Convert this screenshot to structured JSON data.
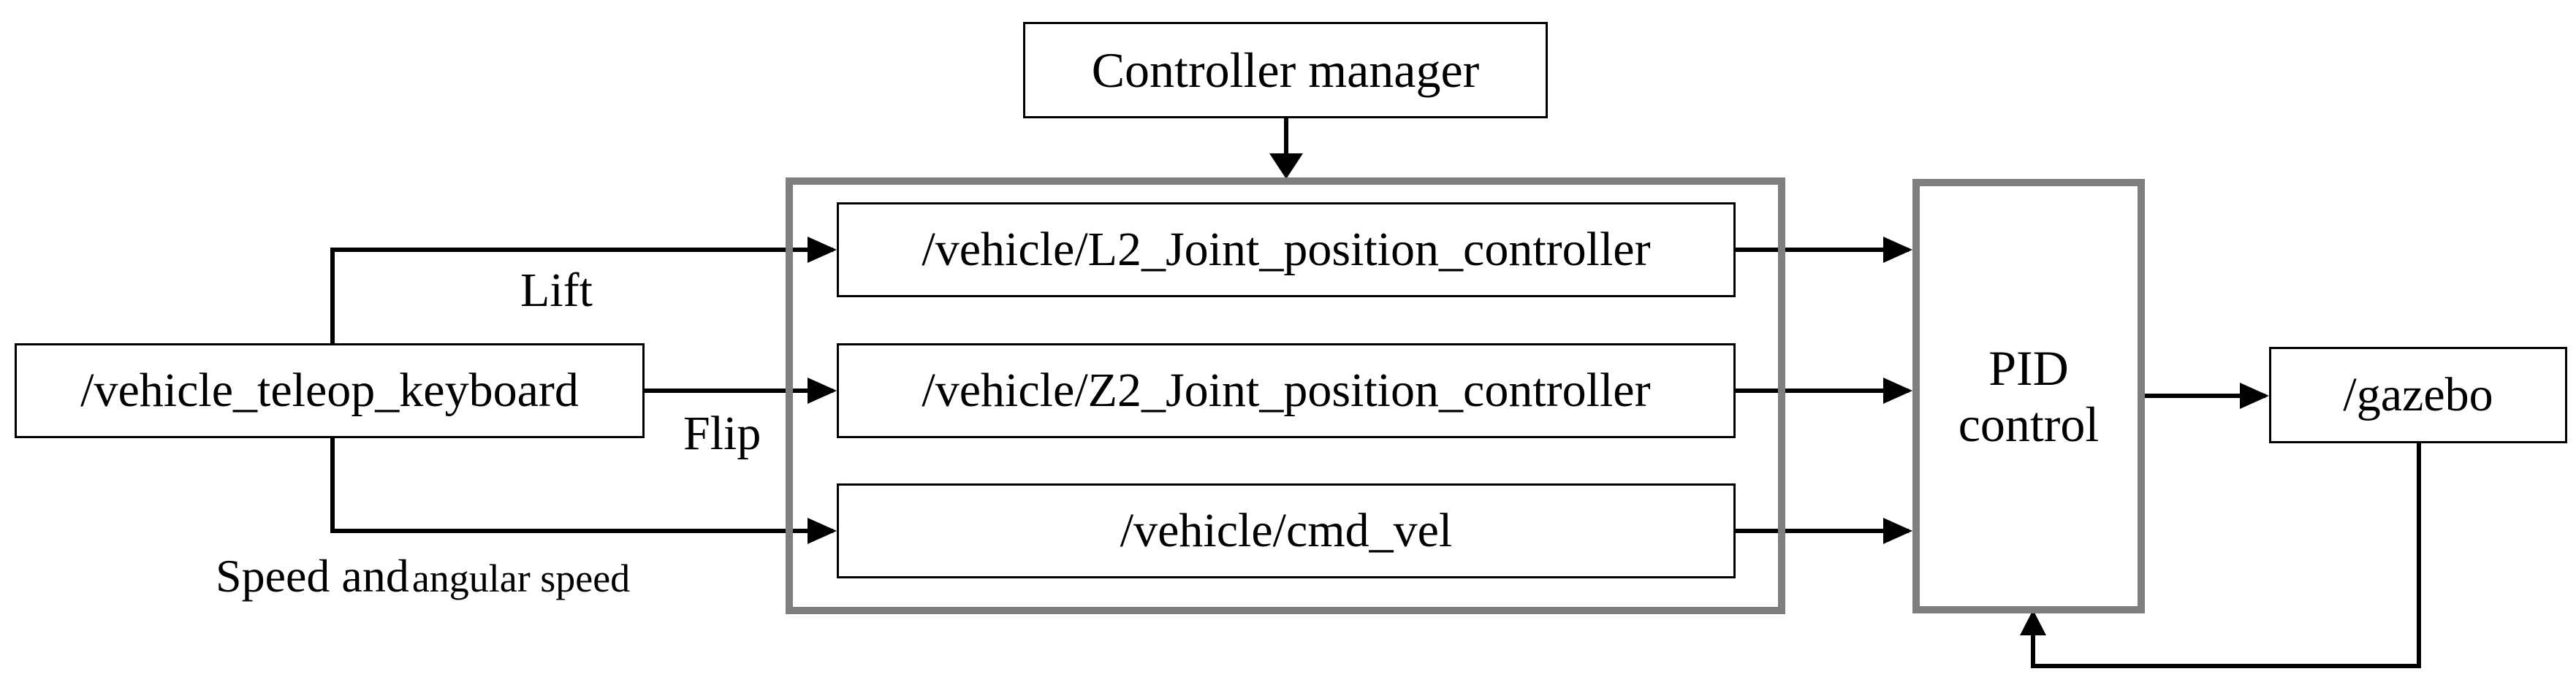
{
  "diagram": {
    "nodes": {
      "controller_manager": "Controller manager",
      "teleop_keyboard": "/vehicle_teleop_keyboard",
      "l2_controller": "/vehicle/L2_Joint_position_controller",
      "z2_controller": "/vehicle/Z2_Joint_position_controller",
      "cmd_vel": "/vehicle/cmd_vel",
      "pid_line1": "PID",
      "pid_line2": "control",
      "gazebo": "/gazebo"
    },
    "edge_labels": {
      "lift": "Lift",
      "flip": "Flip",
      "speed_part1": "Speed and",
      "speed_part2": "angular speed"
    }
  }
}
